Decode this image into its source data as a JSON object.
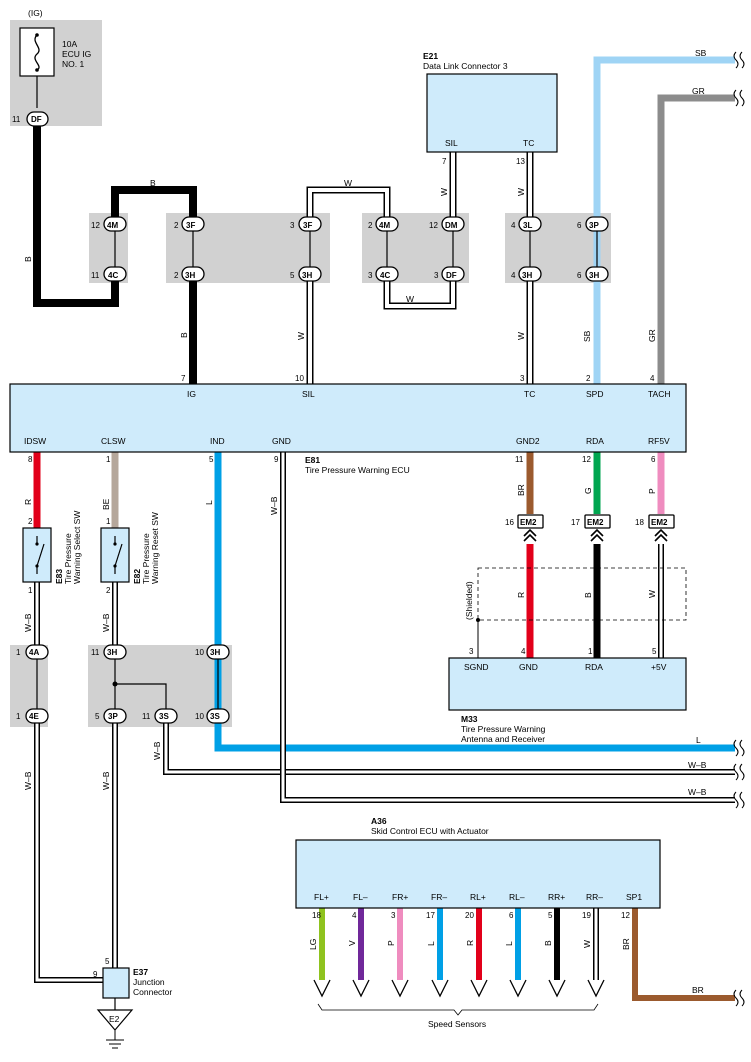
{
  "colors": {
    "black": "#000000",
    "white_fill": "#ffffff",
    "light_blue": "#9fd4f5",
    "blue": "#00a0e6",
    "gray": "#8c8c8c",
    "red": "#e2001a",
    "green": "#00a650",
    "pink": "#ef8cbf",
    "brown": "#9b5a2e",
    "beige": "#b5a79b",
    "purple": "#70289a",
    "connector_fill": "#cfebfb",
    "junction_fill": "#d1d1d1"
  },
  "fuse": {
    "supply": "(IG)",
    "rating": "10A",
    "name_line1": "ECU IG",
    "name_line2": "NO. 1",
    "pin_num": "11",
    "pin": "DF"
  },
  "e21": {
    "code": "E21",
    "name": "Data Link Connector 3",
    "sil": "SIL",
    "tc": "TC",
    "pin_sil": "7",
    "pin_tc": "13"
  },
  "e81": {
    "code": "E81",
    "name": "Tire Pressure Warning ECU",
    "ig": "IG",
    "sil": "SIL",
    "tc": "TC",
    "spd": "SPD",
    "tach": "TACH",
    "idsw": "IDSW",
    "clsw": "CLSW",
    "ind": "IND",
    "gnd": "GND",
    "gnd2": "GND2",
    "rda": "RDA",
    "rf5v": "RF5V",
    "pin_ig": "7",
    "pin_sil": "10",
    "pin_tc": "3",
    "pin_spd": "2",
    "pin_tach": "4",
    "pin_idsw": "8",
    "pin_clsw": "1",
    "pin_ind": "5",
    "pin_gnd": "9",
    "pin_gnd2": "11",
    "pin_rda": "12",
    "pin_rf5v": "6"
  },
  "junction_top": {
    "p1_top_num": "12",
    "p1_top": "4M",
    "p1_bot_num": "11",
    "p1_bot": "4C",
    "p2_top_num": "2",
    "p2_top": "3F",
    "p2_bot_num": "2",
    "p2_bot": "3H",
    "p3_top_num": "3",
    "p3_top": "3F",
    "p3_bot_num": "5",
    "p3_bot": "3H",
    "p4_top_num": "2",
    "p4_top": "4M",
    "p4_bot_num": "3",
    "p4_bot": "4C",
    "p5_top_num": "12",
    "p5_top": "DM",
    "p5_bot_num": "3",
    "p5_bot": "DF",
    "p6_top_num": "4",
    "p6_top": "3L",
    "p6_bot_num": "4",
    "p6_bot": "3H",
    "p7_top_num": "6",
    "p7_top": "3P",
    "p7_bot_num": "6",
    "p7_bot": "3H"
  },
  "junction_bottom": {
    "a_top_num": "1",
    "a_top": "4A",
    "a_bot_num": "1",
    "a_bot": "4E",
    "b_top_num": "11",
    "b_top": "3H",
    "b_bot_num": "5",
    "b_bot": "3P",
    "c_bot_num": "11",
    "c_bot": "3S",
    "d_top_num": "10",
    "d_top": "3H",
    "d_bot_num": "10",
    "d_bot": "3S"
  },
  "em2": {
    "pin_a_num": "16",
    "pin_b_num": "17",
    "pin_c_num": "18",
    "label": "EM2"
  },
  "e83": {
    "code": "E83",
    "name_line1": "Tire Pressure",
    "name_line2": "Warning Select SW",
    "pin_top": "2",
    "pin_bot": "1"
  },
  "e82": {
    "code": "E82",
    "name_line1": "Tire Pressure",
    "name_line2": "Warning Reset SW",
    "pin_top": "1",
    "pin_bot": "2"
  },
  "m33": {
    "code": "M33",
    "name_line1": "Tire Pressure Warning",
    "name_line2": "Antenna and Receiver",
    "sgnd": "SGND",
    "gnd": "GND",
    "rda": "RDA",
    "v5": "+5V",
    "pin_sgnd": "3",
    "pin_gnd": "4",
    "pin_rda": "1",
    "pin_5v": "5",
    "shielded": "(Shielded)"
  },
  "e37": {
    "code": "E37",
    "name_line1": "Junction",
    "name_line2": "Connector",
    "pin_w1": "5",
    "pin_w2": "9",
    "ground": "E2"
  },
  "a36": {
    "code": "A36",
    "name": "Skid Control ECU with Actuator",
    "terminals": [
      {
        "name": "FL+",
        "pin": "18",
        "wire": "LG"
      },
      {
        "name": "FL–",
        "pin": "4",
        "wire": "V"
      },
      {
        "name": "FR+",
        "pin": "3",
        "wire": "P"
      },
      {
        "name": "FR–",
        "pin": "17",
        "wire": "L"
      },
      {
        "name": "RL+",
        "pin": "20",
        "wire": "R"
      },
      {
        "name": "RL–",
        "pin": "6",
        "wire": "L"
      },
      {
        "name": "RR+",
        "pin": "5",
        "wire": "B"
      },
      {
        "name": "RR–",
        "pin": "19",
        "wire": "W"
      },
      {
        "name": "SP1",
        "pin": "12",
        "wire": "BR"
      }
    ],
    "speed_sensors": "Speed Sensors"
  },
  "wires": {
    "b": "B",
    "w": "W",
    "sb": "SB",
    "gr": "GR",
    "r": "R",
    "g": "G",
    "p": "P",
    "l": "L",
    "be": "BE",
    "wb": "W–B",
    "br": "BR"
  }
}
